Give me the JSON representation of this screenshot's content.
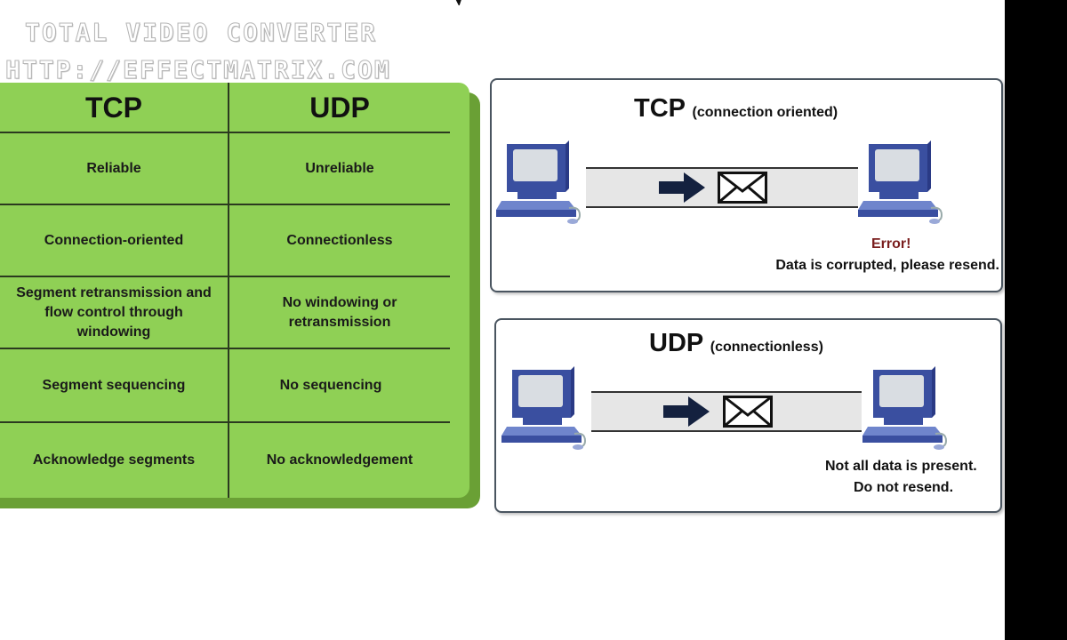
{
  "watermark": {
    "line1": "TOTAL VIDEO CONVERTER",
    "line2": "HTTP://EFFECTMATRIX.COM"
  },
  "comparison_table": {
    "headers": [
      "TCP",
      "UDP"
    ],
    "rows": [
      [
        "Reliable",
        "Unreliable"
      ],
      [
        "Connection-oriented",
        "Connectionless"
      ],
      [
        "Segment retransmission and flow control through windowing",
        "No windowing or retransmission"
      ],
      [
        "Segment sequencing",
        "No sequencing"
      ],
      [
        "Acknowledge segments",
        "No acknowledgement"
      ]
    ]
  },
  "tcp_panel": {
    "title": "TCP",
    "subtitle": "(connection oriented)",
    "error_label": "Error!",
    "message": "Data is corrupted, please resend.",
    "icons": [
      "computer-icon",
      "arrow-right-icon",
      "envelope-icon",
      "computer-icon"
    ]
  },
  "udp_panel": {
    "title": "UDP",
    "subtitle": "(connectionless)",
    "message_line1": "Not all data is present.",
    "message_line2": "Do not resend.",
    "icons": [
      "computer-icon",
      "arrow-right-icon",
      "envelope-icon",
      "computer-icon"
    ]
  },
  "colors": {
    "table_green": "#8fd055",
    "table_shadow": "#6aa035",
    "computer_blue": "#3a4fa0",
    "error_red": "#7a1e1e"
  }
}
